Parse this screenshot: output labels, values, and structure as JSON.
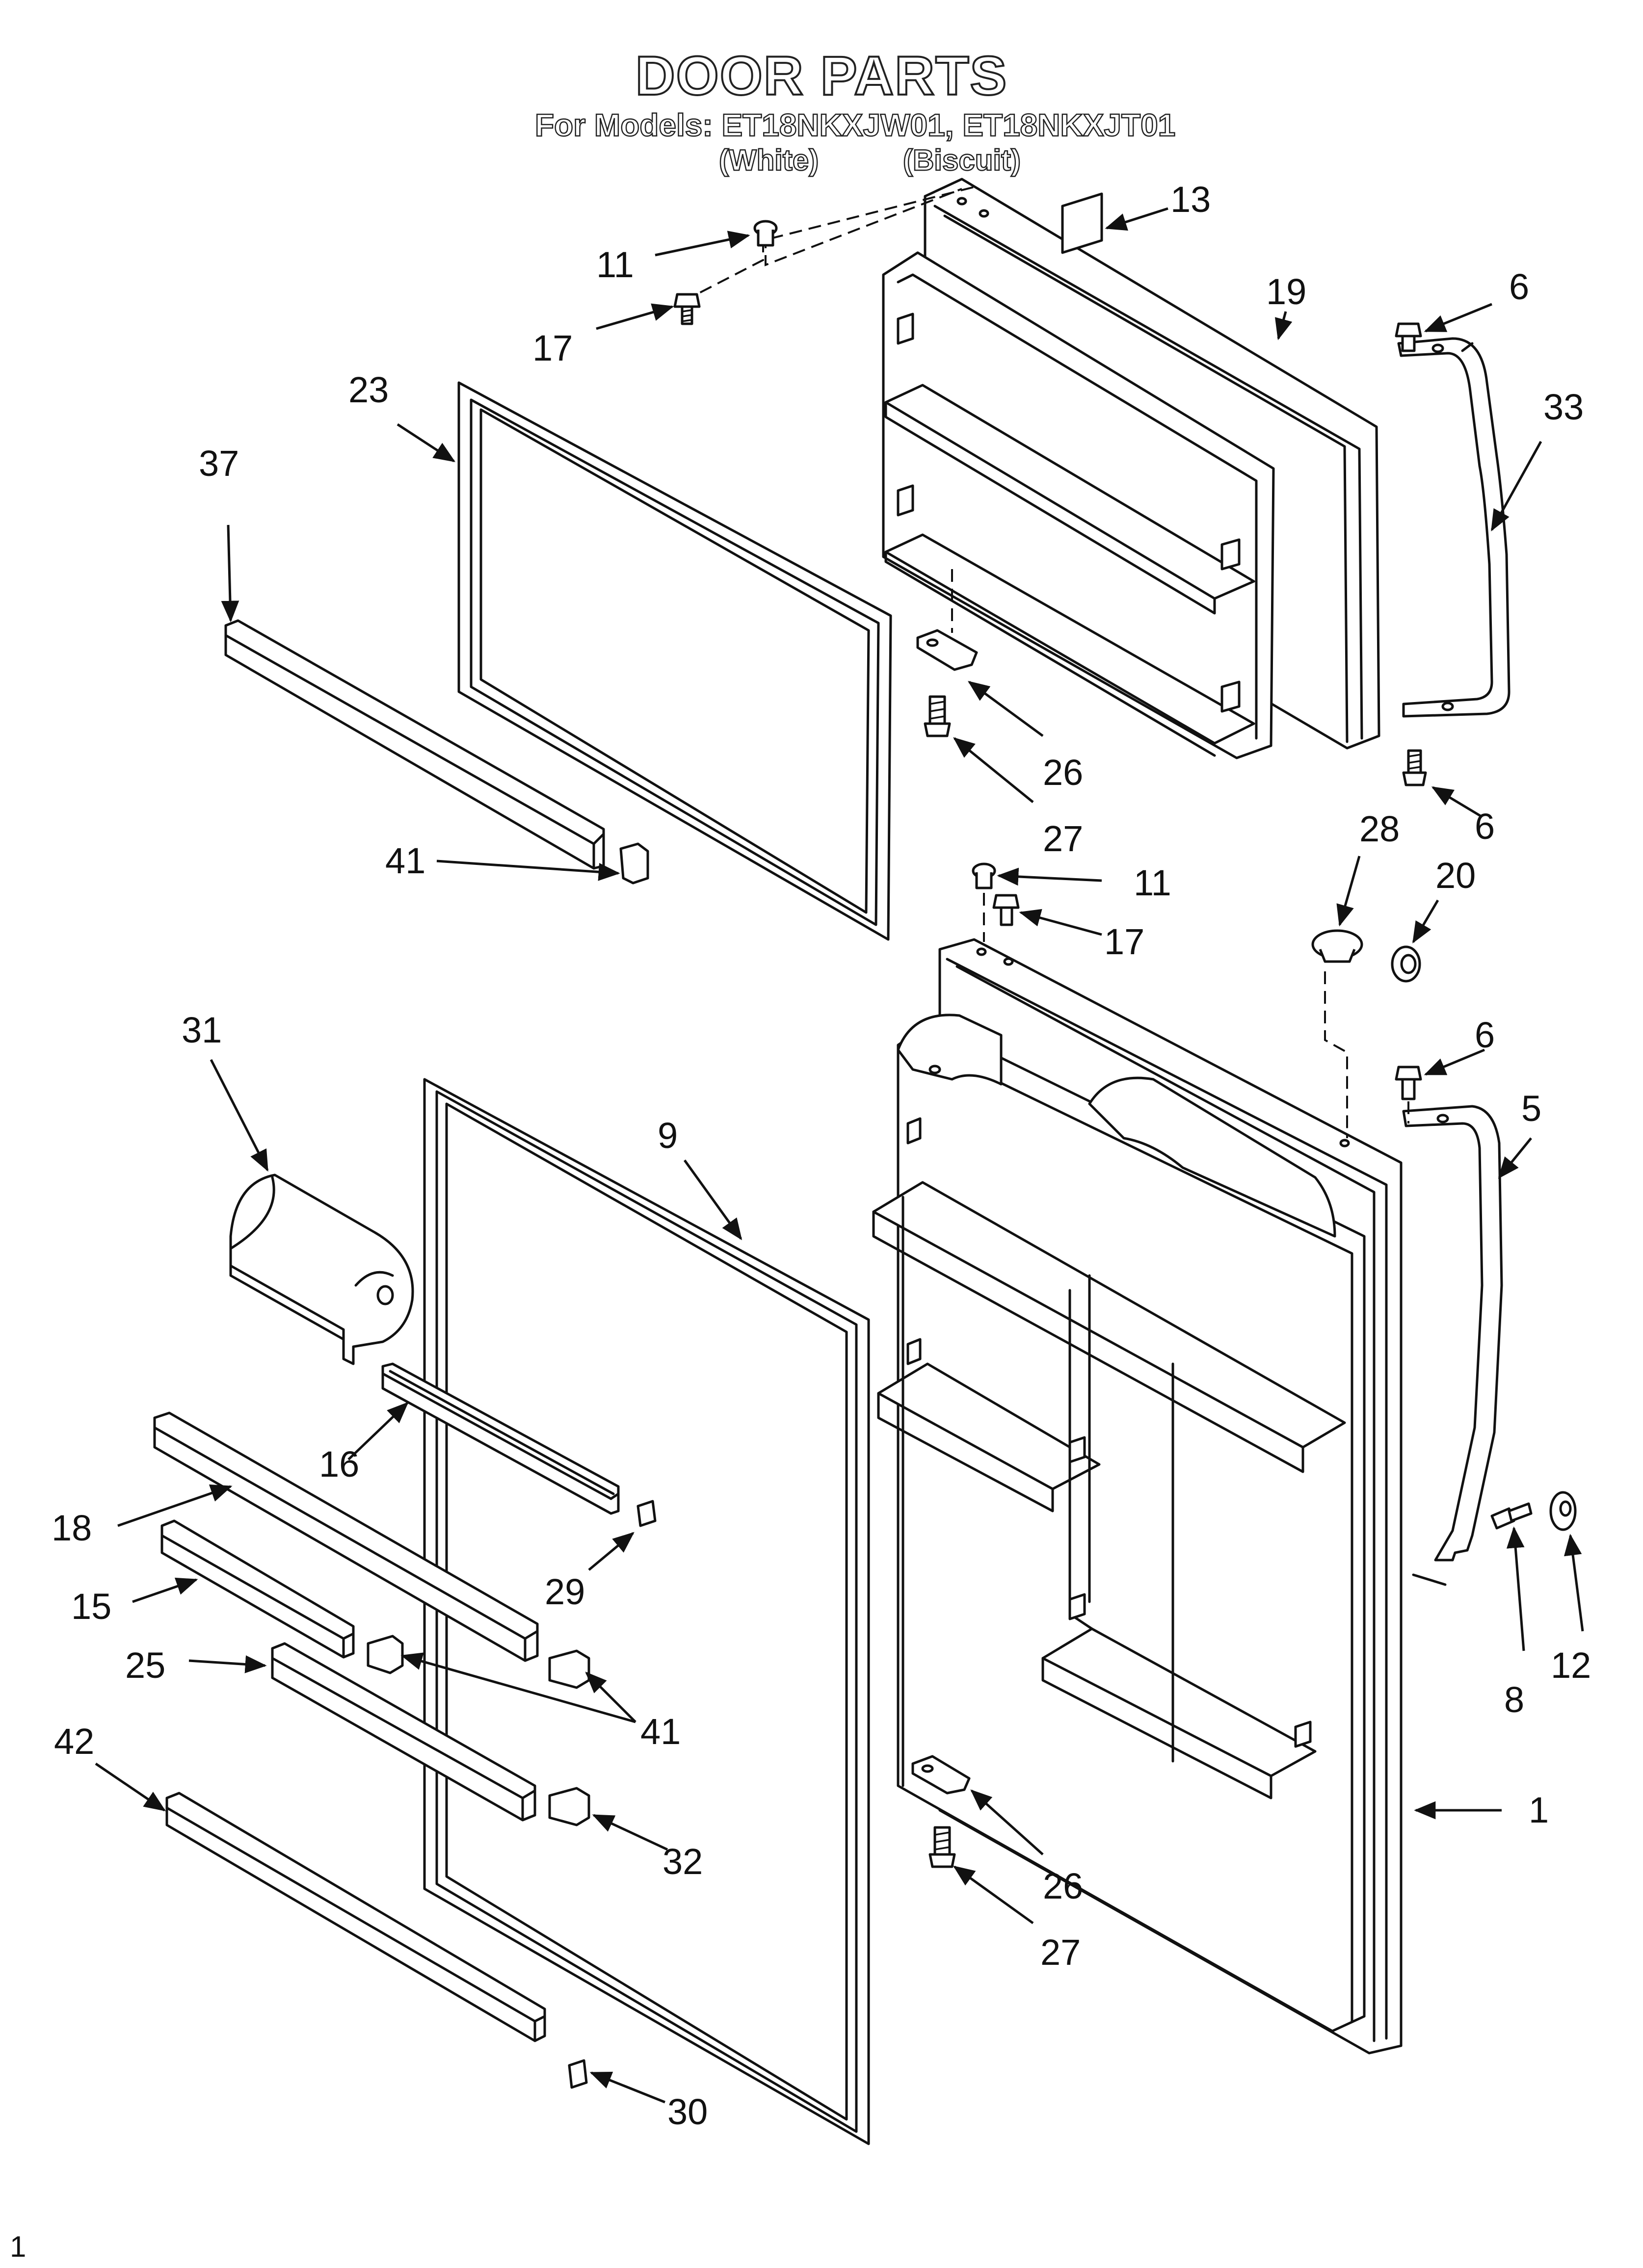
{
  "header": {
    "title": "DOOR PARTS",
    "models_line": "For Models: ET18NKXJW01, ET18NKXJT01",
    "color_white": "(White)",
    "color_biscuit": "(Biscuit)"
  },
  "callouts": {
    "p13": "13",
    "p11a": "11",
    "p17a": "17",
    "p19": "19",
    "p6a": "6",
    "p33": "33",
    "p23": "23",
    "p37": "37",
    "p26a": "26",
    "p27a": "27",
    "p6b": "6",
    "p41a": "41",
    "p28": "28",
    "p20": "20",
    "p11b": "11",
    "p17b": "17",
    "p6c": "6",
    "p31": "31",
    "p9": "9",
    "p5": "5",
    "p16": "16",
    "p18": "18",
    "p29": "29",
    "p15": "15",
    "p25": "25",
    "p41b": "41",
    "p8": "8",
    "p12": "12",
    "p42": "42",
    "p1": "1",
    "p32": "32",
    "p26b": "26",
    "p27b": "27",
    "p30": "30"
  },
  "footer": {
    "page_number": "1"
  }
}
